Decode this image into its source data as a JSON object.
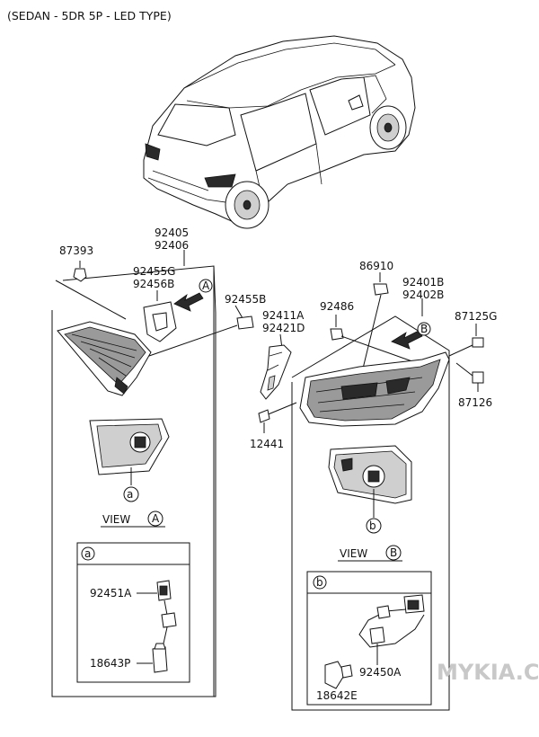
{
  "title": "(SEDAN - 5DR 5P - LED TYPE)",
  "parts": {
    "p87393": "87393",
    "p92405": "92405",
    "p92406": "92406",
    "p92455G": "92455G",
    "p92456B": "92456B",
    "p92455B": "92455B",
    "p92411A": "92411A",
    "p92421D": "92421D",
    "p12441": "12441",
    "p86910": "86910",
    "p92486": "92486",
    "p92401B": "92401B",
    "p92402B": "92402B",
    "p87125G": "87125G",
    "p87126": "87126",
    "p92451A": "92451A",
    "p18643P": "18643P",
    "p92450A": "92450A",
    "p18642E": "18642E"
  },
  "callouts": {
    "a": "a",
    "b": "b",
    "A": "A",
    "B": "B"
  },
  "views": {
    "view_word": "VIEW"
  },
  "watermark": "MYKIA.CLUB",
  "colors": {
    "line": "#111111",
    "background": "#ffffff",
    "watermark": "#c8c8c8"
  }
}
